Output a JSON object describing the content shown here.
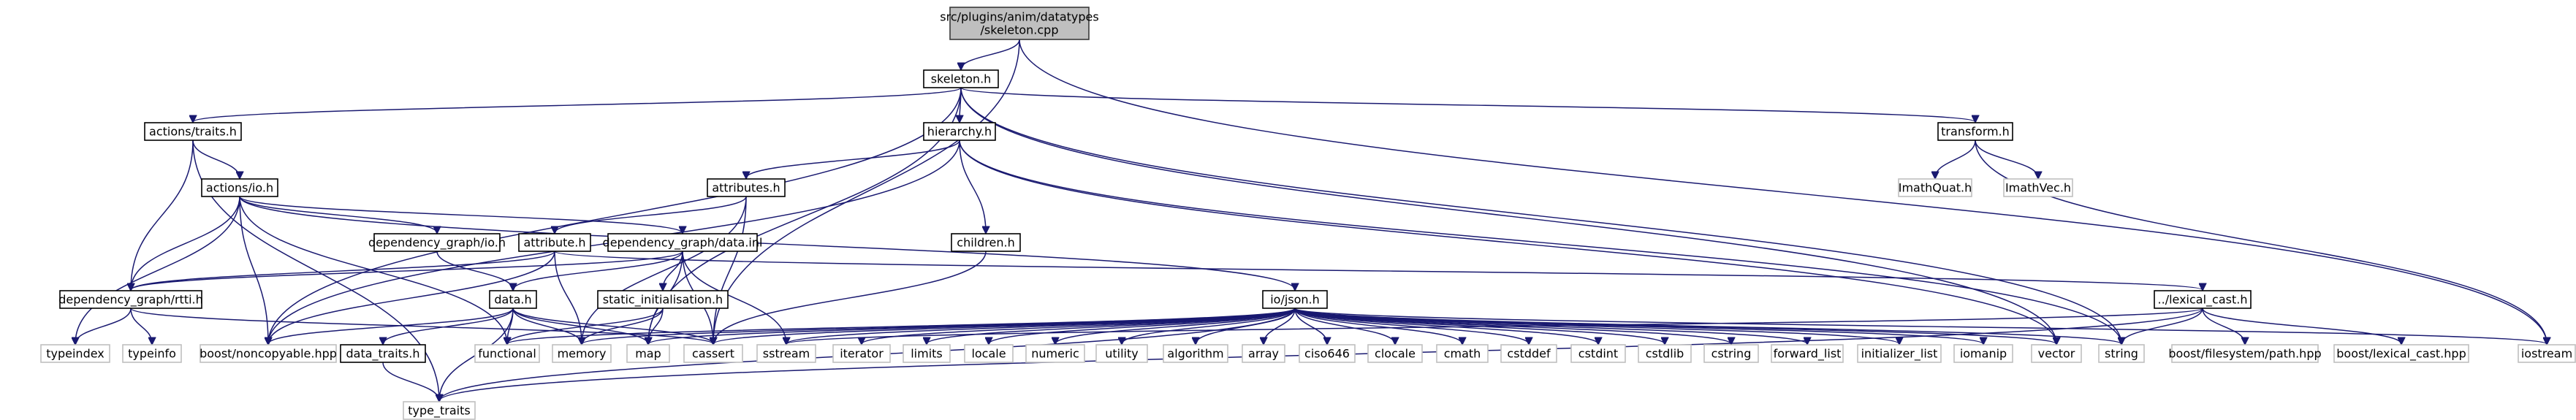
{
  "title": "src/plugins/anim/datatypes/skeleton.cpp",
  "colors": {
    "edge": "#191970",
    "root_fill": "#bfbfbf",
    "ext_border": "#bfbfbf",
    "node_border": "#000000"
  },
  "nodes": {
    "root": {
      "lines": [
        "src/plugins/anim/datatypes",
        "/skeleton.cpp"
      ],
      "kind": "root"
    },
    "skeleton_h": {
      "lines": [
        "skeleton.h"
      ],
      "kind": "file"
    },
    "actions_traits_h": {
      "lines": [
        "actions/traits.h"
      ],
      "kind": "file"
    },
    "hierarchy_h": {
      "lines": [
        "hierarchy.h"
      ],
      "kind": "file"
    },
    "transform_h": {
      "lines": [
        "transform.h"
      ],
      "kind": "file"
    },
    "actions_io_h": {
      "lines": [
        "actions/io.h"
      ],
      "kind": "file"
    },
    "attributes_h": {
      "lines": [
        "attributes.h"
      ],
      "kind": "file"
    },
    "imathquat_h": {
      "lines": [
        "ImathQuat.h"
      ],
      "kind": "ext"
    },
    "imathvec_h": {
      "lines": [
        "ImathVec.h"
      ],
      "kind": "ext"
    },
    "dg_io_h": {
      "lines": [
        "dependency_graph/io.h"
      ],
      "kind": "file"
    },
    "attribute_h": {
      "lines": [
        "attribute.h"
      ],
      "kind": "file"
    },
    "dg_data_inl": {
      "lines": [
        "dependency_graph/data.inl"
      ],
      "kind": "file"
    },
    "children_h": {
      "lines": [
        "children.h"
      ],
      "kind": "file"
    },
    "dg_rtti_h": {
      "lines": [
        "dependency_graph/rtti.h"
      ],
      "kind": "file"
    },
    "data_h": {
      "lines": [
        "data.h"
      ],
      "kind": "file"
    },
    "static_init_h": {
      "lines": [
        "static_initialisation.h"
      ],
      "kind": "file"
    },
    "io_json_h": {
      "lines": [
        "io/json.h"
      ],
      "kind": "file"
    },
    "lexical_cast_h": {
      "lines": [
        "../lexical_cast.h"
      ],
      "kind": "file"
    },
    "typeindex": {
      "lines": [
        "typeindex"
      ],
      "kind": "ext"
    },
    "typeinfo": {
      "lines": [
        "typeinfo"
      ],
      "kind": "ext"
    },
    "boost_noncopyable": {
      "lines": [
        "boost/noncopyable.hpp"
      ],
      "kind": "ext"
    },
    "data_traits_h": {
      "lines": [
        "data_traits.h"
      ],
      "kind": "file"
    },
    "functional": {
      "lines": [
        "functional"
      ],
      "kind": "ext"
    },
    "memory": {
      "lines": [
        "memory"
      ],
      "kind": "ext"
    },
    "map": {
      "lines": [
        "map"
      ],
      "kind": "ext"
    },
    "cassert": {
      "lines": [
        "cassert"
      ],
      "kind": "ext"
    },
    "sstream": {
      "lines": [
        "sstream"
      ],
      "kind": "ext"
    },
    "iterator": {
      "lines": [
        "iterator"
      ],
      "kind": "ext"
    },
    "limits": {
      "lines": [
        "limits"
      ],
      "kind": "ext"
    },
    "locale": {
      "lines": [
        "locale"
      ],
      "kind": "ext"
    },
    "numeric": {
      "lines": [
        "numeric"
      ],
      "kind": "ext"
    },
    "utility": {
      "lines": [
        "utility"
      ],
      "kind": "ext"
    },
    "algorithm": {
      "lines": [
        "algorithm"
      ],
      "kind": "ext"
    },
    "array": {
      "lines": [
        "array"
      ],
      "kind": "ext"
    },
    "ciso646": {
      "lines": [
        "ciso646"
      ],
      "kind": "ext"
    },
    "clocale": {
      "lines": [
        "clocale"
      ],
      "kind": "ext"
    },
    "cmath": {
      "lines": [
        "cmath"
      ],
      "kind": "ext"
    },
    "cstddef": {
      "lines": [
        "cstddef"
      ],
      "kind": "ext"
    },
    "cstdint": {
      "lines": [
        "cstdint"
      ],
      "kind": "ext"
    },
    "cstdlib": {
      "lines": [
        "cstdlib"
      ],
      "kind": "ext"
    },
    "cstring": {
      "lines": [
        "cstring"
      ],
      "kind": "ext"
    },
    "forward_list": {
      "lines": [
        "forward_list"
      ],
      "kind": "ext"
    },
    "initializer_list": {
      "lines": [
        "initializer_list"
      ],
      "kind": "ext"
    },
    "iomanip": {
      "lines": [
        "iomanip"
      ],
      "kind": "ext"
    },
    "vector": {
      "lines": [
        "vector"
      ],
      "kind": "ext"
    },
    "string": {
      "lines": [
        "string"
      ],
      "kind": "ext"
    },
    "boost_fs_path": {
      "lines": [
        "boost/filesystem/path.hpp"
      ],
      "kind": "ext"
    },
    "boost_lexical_cast": {
      "lines": [
        "boost/lexical_cast.hpp"
      ],
      "kind": "ext"
    },
    "iostream": {
      "lines": [
        "iostream"
      ],
      "kind": "ext"
    },
    "type_traits": {
      "lines": [
        "type_traits"
      ],
      "kind": "ext"
    }
  },
  "edges": [
    [
      "root",
      "skeleton_h"
    ],
    [
      "root",
      "cassert"
    ],
    [
      "root",
      "iostream"
    ],
    [
      "skeleton_h",
      "actions_traits_h"
    ],
    [
      "skeleton_h",
      "hierarchy_h"
    ],
    [
      "skeleton_h",
      "transform_h"
    ],
    [
      "skeleton_h",
      "boost_noncopyable"
    ],
    [
      "skeleton_h",
      "map"
    ],
    [
      "skeleton_h",
      "vector"
    ],
    [
      "skeleton_h",
      "string"
    ],
    [
      "actions_traits_h",
      "actions_io_h"
    ],
    [
      "actions_traits_h",
      "dg_rtti_h"
    ],
    [
      "actions_traits_h",
      "type_traits"
    ],
    [
      "hierarchy_h",
      "attributes_h"
    ],
    [
      "hierarchy_h",
      "children_h"
    ],
    [
      "hierarchy_h",
      "boost_noncopyable"
    ],
    [
      "hierarchy_h",
      "vector"
    ],
    [
      "hierarchy_h",
      "string"
    ],
    [
      "transform_h",
      "imathquat_h"
    ],
    [
      "transform_h",
      "imathvec_h"
    ],
    [
      "transform_h",
      "iostream"
    ],
    [
      "actions_io_h",
      "dg_io_h"
    ],
    [
      "actions_io_h",
      "dg_data_inl"
    ],
    [
      "actions_io_h",
      "dg_rtti_h"
    ],
    [
      "actions_io_h",
      "io_json_h"
    ],
    [
      "actions_io_h",
      "typeindex"
    ],
    [
      "actions_io_h",
      "boost_noncopyable"
    ],
    [
      "actions_io_h",
      "functional"
    ],
    [
      "attributes_h",
      "attribute_h"
    ],
    [
      "attributes_h",
      "memory"
    ],
    [
      "attributes_h",
      "cassert"
    ],
    [
      "dg_io_h",
      "data_h"
    ],
    [
      "attribute_h",
      "dg_rtti_h"
    ],
    [
      "attribute_h",
      "boost_noncopyable"
    ],
    [
      "attribute_h",
      "memory"
    ],
    [
      "attribute_h",
      "lexical_cast_h"
    ],
    [
      "dg_data_inl",
      "dg_rtti_h"
    ],
    [
      "dg_data_inl",
      "data_h"
    ],
    [
      "dg_data_inl",
      "static_init_h"
    ],
    [
      "dg_data_inl",
      "cassert"
    ],
    [
      "dg_data_inl",
      "sstream"
    ],
    [
      "dg_data_inl",
      "map"
    ],
    [
      "children_h",
      "cassert"
    ],
    [
      "dg_rtti_h",
      "typeindex"
    ],
    [
      "dg_rtti_h",
      "typeinfo"
    ],
    [
      "dg_rtti_h",
      "cassert"
    ],
    [
      "data_h",
      "data_traits_h"
    ],
    [
      "data_h",
      "boost_noncopyable"
    ],
    [
      "data_h",
      "functional"
    ],
    [
      "data_h",
      "memory"
    ],
    [
      "data_h",
      "map"
    ],
    [
      "data_h",
      "cassert"
    ],
    [
      "data_h",
      "type_traits"
    ],
    [
      "data_traits_h",
      "type_traits"
    ],
    [
      "static_init_h",
      "functional"
    ],
    [
      "static_init_h",
      "memory"
    ],
    [
      "static_init_h",
      "map"
    ],
    [
      "io_json_h",
      "functional"
    ],
    [
      "io_json_h",
      "memory"
    ],
    [
      "io_json_h",
      "map"
    ],
    [
      "io_json_h",
      "cassert"
    ],
    [
      "io_json_h",
      "sstream"
    ],
    [
      "io_json_h",
      "iterator"
    ],
    [
      "io_json_h",
      "limits"
    ],
    [
      "io_json_h",
      "locale"
    ],
    [
      "io_json_h",
      "numeric"
    ],
    [
      "io_json_h",
      "utility"
    ],
    [
      "io_json_h",
      "algorithm"
    ],
    [
      "io_json_h",
      "array"
    ],
    [
      "io_json_h",
      "ciso646"
    ],
    [
      "io_json_h",
      "clocale"
    ],
    [
      "io_json_h",
      "cmath"
    ],
    [
      "io_json_h",
      "cstddef"
    ],
    [
      "io_json_h",
      "cstdint"
    ],
    [
      "io_json_h",
      "cstdlib"
    ],
    [
      "io_json_h",
      "cstring"
    ],
    [
      "io_json_h",
      "forward_list"
    ],
    [
      "io_json_h",
      "initializer_list"
    ],
    [
      "io_json_h",
      "iomanip"
    ],
    [
      "io_json_h",
      "vector"
    ],
    [
      "io_json_h",
      "string"
    ],
    [
      "io_json_h",
      "iostream"
    ],
    [
      "io_json_h",
      "type_traits"
    ],
    [
      "lexical_cast_h",
      "string"
    ],
    [
      "lexical_cast_h",
      "boost_fs_path"
    ],
    [
      "lexical_cast_h",
      "boost_lexical_cast"
    ],
    [
      "lexical_cast_h",
      "type_traits"
    ],
    [
      "lexical_cast_h",
      "sstream"
    ]
  ]
}
